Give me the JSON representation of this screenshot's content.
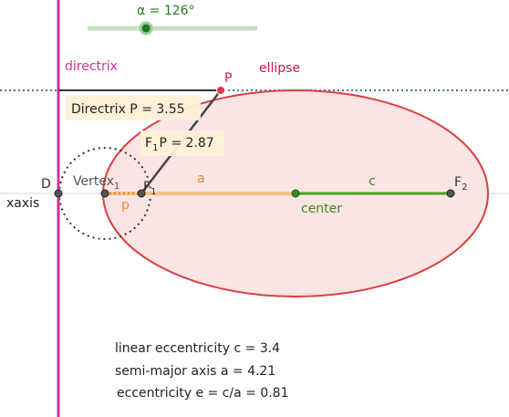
{
  "slider": {
    "name": "α",
    "value": "126°",
    "text": "α = 126°",
    "fraction": 0.55
  },
  "labels": {
    "directrix": "directrix",
    "ellipse": "ellipse",
    "point_p": "P",
    "point_d": "D",
    "xaxis": "xaxis",
    "vertex": "Vertex",
    "vertex_sub": "1",
    "focus1": "F",
    "focus1_sub": "1",
    "focus2": "F",
    "focus2_sub": "2",
    "segment_a": "a",
    "segment_c": "c",
    "segment_p": "p",
    "center": "center"
  },
  "boxes": {
    "directrix_p": "Directrix P = 3.55",
    "f1p_prefix": "F",
    "f1p_sub": "1",
    "f1p_rest": "P = 2.87"
  },
  "readouts": {
    "linear_eccentricity": "linear eccentricity c = 3.4",
    "semi_major": "semi-major axis a = 4.21",
    "eccentricity": "eccentricity e = c/a = 0.81"
  },
  "colors": {
    "directrix_line": "#cc3399",
    "ellipse_stroke": "#d94040",
    "ellipse_fill": "#fbe1e1",
    "slider_track": "#c6e0c0",
    "slider_knob": "#1e7a1e",
    "segment_a": "#f5c48a",
    "segment_c": "#4aa025",
    "label_orange": "#e0912e",
    "label_green": "#3a8a1a",
    "label_red": "#cc1a44",
    "box_fill": "#fff0d6",
    "tangent_dotted": "#4a7a90"
  }
}
